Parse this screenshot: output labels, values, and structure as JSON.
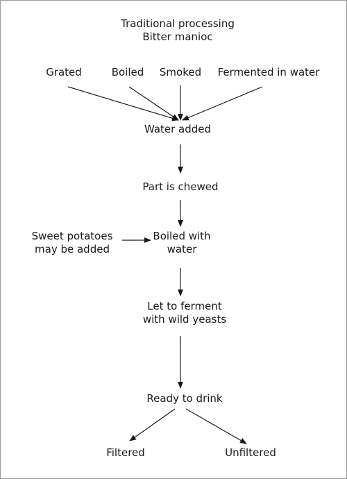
{
  "diagram": {
    "title": {
      "line1": "Traditional processing",
      "line2": "Bitter manioc"
    },
    "methods": {
      "grated": "Grated",
      "boiled": "Boiled",
      "smoked": "Smoked",
      "fermented": "Fermented in water"
    },
    "steps": {
      "water_added": "Water added",
      "part_chewed": "Part is chewed",
      "boiled_with_water": {
        "line1": "Boiled with",
        "line2": "water"
      },
      "let_ferment": {
        "line1": "Let to ferment",
        "line2": "with wild yeasts"
      },
      "ready": "Ready to drink"
    },
    "side_input": {
      "line1": "Sweet potatoes",
      "line2": "may be added"
    },
    "outcomes": {
      "filtered": "Filtered",
      "unfiltered": "Unfiltered"
    }
  },
  "colors": {
    "text": "#1a1a1a",
    "arrow": "#1a1a1a",
    "border": "#9a9a9a"
  }
}
